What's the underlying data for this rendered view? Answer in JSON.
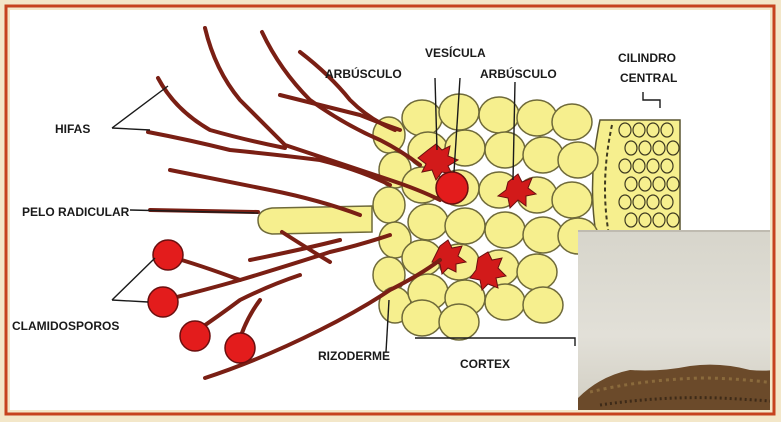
{
  "labels": {
    "hifas": "HIFAS",
    "pelo_radicular": "PELO RADICULAR",
    "clamidosporos": "CLAMIDOSPOROS",
    "arbusculo_left": "ARBÚSCULO",
    "vesicula": "VESÍCULA",
    "arbusculo_right": "ARBÚSCULO",
    "cilindro": "CILINDRO",
    "central": "CENTRAL",
    "rizoderme": "RIZODERME",
    "cortex": "CORTEX"
  },
  "colors": {
    "background": "#f3e7c9",
    "frame": "#c6431f",
    "panel": "#ffffff",
    "hyphae": "#7a1f14",
    "cell_fill": "#f6ef8e",
    "cell_stroke": "#6f6a3a",
    "spore": "#e31c1c",
    "photo_sky": "#dcdad0",
    "photo_ground": "#6b4a2a"
  },
  "inset_photo": {
    "icon": "soil-photo-icon"
  }
}
